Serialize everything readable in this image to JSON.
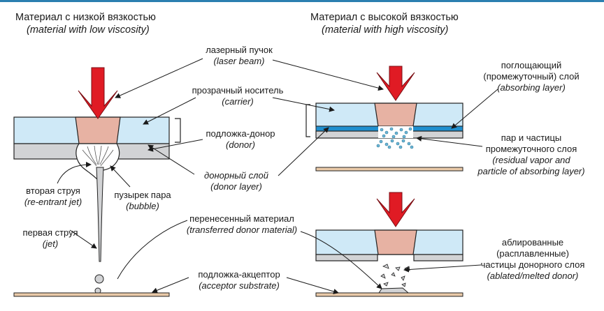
{
  "headings": {
    "low_ru": "Материал с низкой вязкостью",
    "low_en": "(material with low viscosity)",
    "high_ru": "Материал с высокой вязкостью",
    "high_en": "(material with high viscosity)"
  },
  "labels": {
    "laser_ru": "лазерный пучок",
    "laser_en": "(laser beam)",
    "carrier_ru": "прозрачный носитель",
    "carrier_en": "(carrier)",
    "donor_ru": "подложка-донор",
    "donor_en": "(donor)",
    "donor_layer_ru": "донорный слой",
    "donor_layer_en": "(donor layer)",
    "transferred_ru": "перенесенный материал",
    "transferred_en": "(transferred donor material)",
    "acceptor_ru": "подложка-акцептор",
    "acceptor_en": "(acceptor substrate)",
    "second_jet_ru": "вторая струя",
    "second_jet_en": "(re-entrant jet)",
    "bubble_ru": "пузырек пара",
    "bubble_en": "(bubble)",
    "first_jet_ru": "первая струя",
    "first_jet_en": "(jet)",
    "absorbing_ru1": "поглощающий",
    "absorbing_ru2": "(промежуточный) слой",
    "absorbing_en": "absorbing layer)",
    "vapor_ru1": "пар и частицы",
    "vapor_ru2": "промежуточного слоя",
    "vapor_en1": "(residual vapor and",
    "vapor_en2": "particle of absorbing layer)",
    "ablated_ru1": "аблированные",
    "ablated_ru2": "(расплавленные)",
    "ablated_ru3": "частицы донорного слоя",
    "ablated_en": "(ablated/melted donor)"
  },
  "colors": {
    "accent_line": "#2b7fb0",
    "laser": "#e01b24",
    "carrier": "#cfe9f7",
    "donor": "#d2d3d5",
    "absorbing": "#1f8fcf",
    "melt": "#e7b2a3",
    "acceptor": "#e9c9a8"
  }
}
